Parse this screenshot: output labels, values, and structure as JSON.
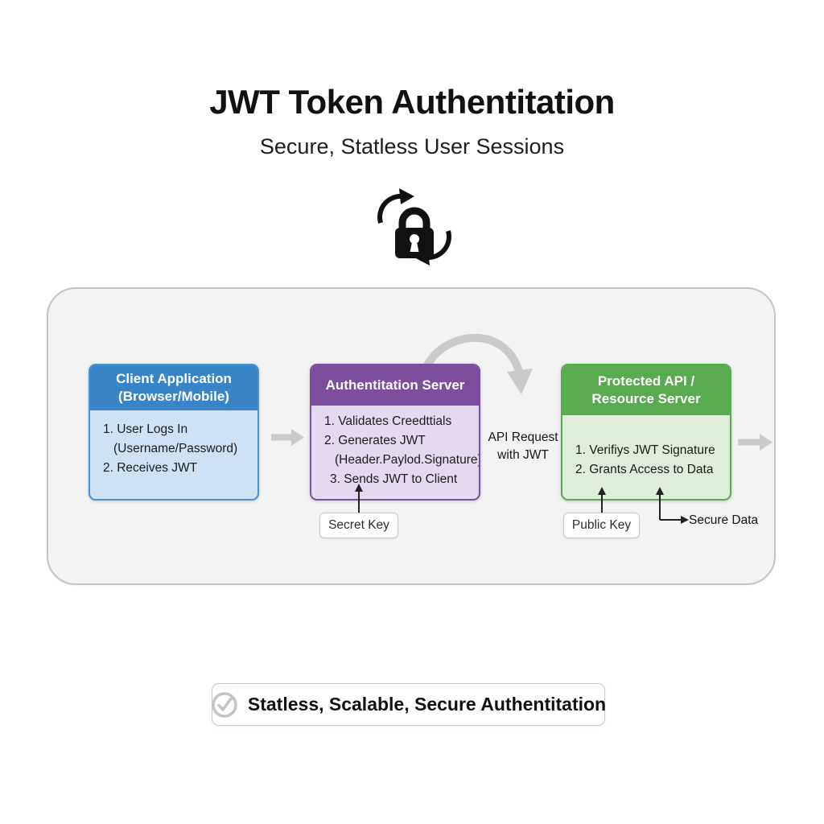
{
  "header": {
    "title": "JWT Token Authentitation",
    "subtitle": "Secure, Statless User Sessions"
  },
  "nodes": {
    "client": {
      "title": [
        "Client Application",
        "(Browser/Mobile)"
      ],
      "steps": [
        "1. User Logs In",
        "(Username/Password)",
        "2. Receives JWT"
      ]
    },
    "auth": {
      "title": [
        "Authentitation Server"
      ],
      "steps": [
        "1. Validates Creedttials",
        "2. Generates JWT",
        "(Header.Paylod.Signature)",
        "3. Sends JWT to Client"
      ]
    },
    "api": {
      "title": [
        "Protected API /",
        "Resource Server"
      ],
      "steps": [
        "1. Verifiys JWT Signature",
        "2. Grants Access to Data"
      ]
    }
  },
  "labels": {
    "secret_key": "Secret Key",
    "public_key": "Public Key",
    "api_request": [
      "API Request",
      "with JWT"
    ],
    "secure_data": "Secure Data"
  },
  "footer": {
    "text": "Statless, Scalable, Secure Authentitation"
  },
  "icons": {
    "lock": "lock-rotate-icon",
    "check": "check-circle-icon",
    "flow_arrow": "block-arrow-right-icon"
  },
  "colors": {
    "client_header": "#3884c6",
    "client_body": "#cfe2f5",
    "auth_header": "#7b4f9e",
    "auth_body": "#e4d9ef",
    "api_header": "#58ac4f",
    "api_body": "#dfeeda",
    "container_bg": "#f2f3f3",
    "container_border": "#c3c5c7",
    "arrow_gray": "#c8cacb",
    "text_dark": "#1a1a1a"
  }
}
